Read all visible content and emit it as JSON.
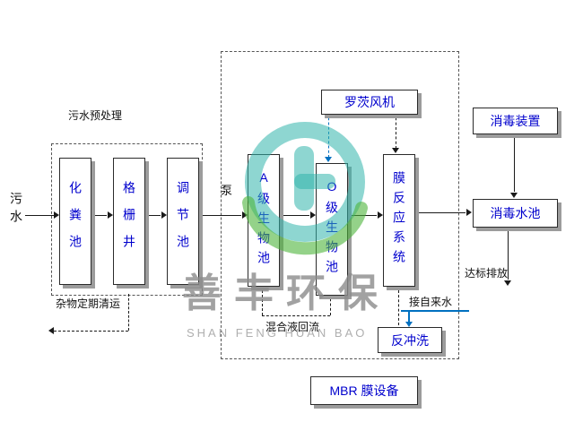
{
  "labels": {
    "influent": "污水",
    "pretreatment": "污水预处理",
    "pump": "泵",
    "debris": "杂物定期清运",
    "mixed_return": "混合液回流",
    "tap_water": "接自来水",
    "discharge": "达标排放"
  },
  "tanks": {
    "septic": "化粪池",
    "screen": "格栅井",
    "regulating": "调节池",
    "a_bio": "A级生物池",
    "o_bio": "O级生物池",
    "membrane": "膜反应系统",
    "blower": "罗茨风机",
    "disinfect_device": "消毒装置",
    "disinfect_tank": "消毒水池",
    "backwash": "反冲洗",
    "mbr": "MBR 膜设备"
  },
  "watermark": {
    "brand_cn": "善丰环保",
    "brand_en": "SHAN FENG HUAN BAO"
  },
  "colors": {
    "box_text": "#0000CD",
    "line": "#1a1a1a",
    "tap_line": "#0070C0",
    "shadow": "#9C9C9C",
    "wm_teal": "#31B5AC",
    "wm_green": "#4CB43B",
    "wm_gray": "#8C8C8C",
    "wm_gray_light": "#ABABAB"
  }
}
